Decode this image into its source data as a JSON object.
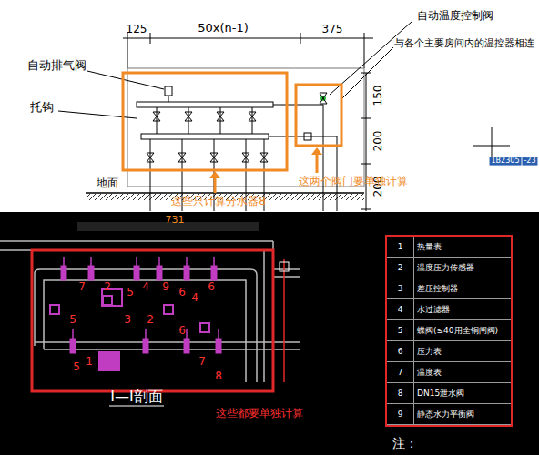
{
  "diagram": {
    "nodes": [
      {
        "text": [
          "1",
          "热量表",
          "2",
          "温度压力传感器",
          "3",
          "差压控制器",
          "4",
          "水过滤器",
          "5",
          "蝶阀(≤40用全铜闸阀)",
          "6",
          "压力表",
          "7",
          "温度表",
          "8",
          "DN15泄水阀",
          "9",
          "静态水力平衡阀"
        ]
      }
    ],
    "labels": [
      "125",
      "50x(n-1)",
      "375",
      "自动温度控制阀",
      "与各个主要房间内的温控器相连",
      "自动排气阀",
      "托钩",
      "150",
      "200",
      "200",
      "地面",
      "这些只计算分水器8",
      "这两个阀门要单独计算",
      "1B2305",
      "-23",
      "731",
      "7",
      "2",
      "5",
      "4",
      "9",
      "6",
      "4",
      "6",
      "5",
      "3",
      "2",
      "6",
      "5",
      "1",
      "7",
      "8",
      "I—I剖面",
      "这些都要单独计算",
      "注："
    ]
  }
}
